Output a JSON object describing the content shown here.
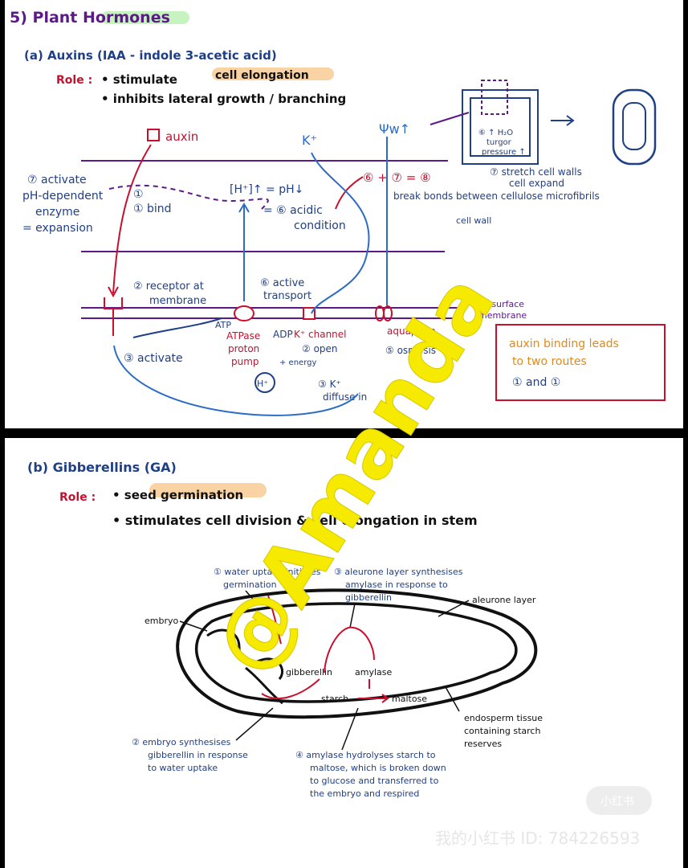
{
  "auxins": {
    "heading": "5) Plant Hormones",
    "subheading": "(a) Auxins  (IAA - indole 3-acetic acid)",
    "role_label": "Role :",
    "role_1": "• stimulate",
    "role_1_hl": "cell elongation",
    "role_2": "• inhibits lateral growth / branching",
    "auxin": "auxin",
    "k_plus": "K⁺",
    "psi": "Ψw↑",
    "h_ph": "[H⁺]↑ = pH↓",
    "acidic_1": "= ⑥ acidic",
    "acidic_2": "condition",
    "step7_1": "⑦ activate",
    "step7_2": "pH-dependent",
    "step7_3": "enzyme",
    "step7_4": "= expansion",
    "bind_1": "①",
    "bind_2": "① bind",
    "eq_678": "⑥ + ⑦ = ⑧",
    "bonds": "break bonds between cellulose microfibrils",
    "stretch_1": "⑦ stretch cell walls",
    "stretch_2": "cell expand",
    "box_text_1": "⑥ ↑ H₂O",
    "box_text_2": "turgor",
    "box_text_3": "pressure ↑",
    "cell_wall": "cell wall",
    "receptor_1": "② receptor at",
    "receptor_2": "membrane",
    "active_1": "⑥ active",
    "active_2": "transport",
    "csm_1": "cell surface",
    "csm_2": "membrane",
    "atp": "ATP",
    "atpase_1": "ATPase",
    "atpase_2": "proton",
    "atpase_3": "pump",
    "adp": "ADP",
    "energy": "+ energy",
    "h_ion": "H⁺",
    "k_channel": "K⁺ channel",
    "open_text": "② open",
    "aquaporin": "aquaporin",
    "osmosis": "⑤ osmosis",
    "k_diffuse_1": "③ K⁺",
    "k_diffuse_2": "diffuse in",
    "activate": "③ activate",
    "note_1": "auxin binding leads",
    "note_2": "to two routes",
    "note_3": "① and ①"
  },
  "gibberellins": {
    "heading": "(b) Gibberellins (GA)",
    "role_label": "Role :",
    "role_1": "• seed germination",
    "role_2": "• stimulates cell division & cell elongation in stem",
    "label_1a": "① water uptake initiates",
    "label_1b": "germination",
    "label_3a": "③ aleurone layer synthesises",
    "label_3b": "amylase in response to",
    "label_3c": "gibberellin",
    "aleurone": "aleurone layer",
    "embryo": "embryo",
    "gibberellin": "gibberellin",
    "amylase": "amylase",
    "starch": "starch",
    "maltose": "maltose",
    "endo_1": "endosperm tissue",
    "endo_2": "containing starch",
    "endo_3": "reserves",
    "label_2a": "② embryo synthesises",
    "label_2b": "gibberellin in response",
    "label_2c": "to water uptake",
    "label_4a": "④ amylase hydrolyses starch to",
    "label_4b": "maltose, which is broken down",
    "label_4c": "to glucose and transferred to",
    "label_4d": "the embryo and respired"
  },
  "watermark": {
    "main": "@Amanda",
    "footer": "我的小红书 ID: 784226593",
    "logo": "小红书"
  },
  "colors": {
    "navy": "#1f3f86",
    "blue": "#2c6cc4",
    "red": "#c8102e",
    "purple": "#5b1a86",
    "orange": "#e08a1e",
    "watermark": "#f5ea00"
  }
}
